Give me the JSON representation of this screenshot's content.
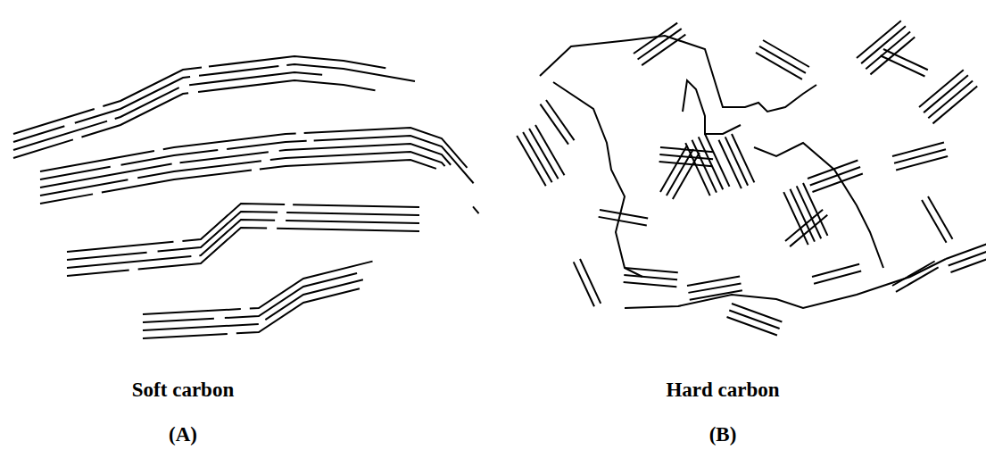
{
  "diagram": {
    "labels": [
      "Soft carbon",
      "(A)",
      "Hard carbon",
      "(B)"
    ]
  }
}
